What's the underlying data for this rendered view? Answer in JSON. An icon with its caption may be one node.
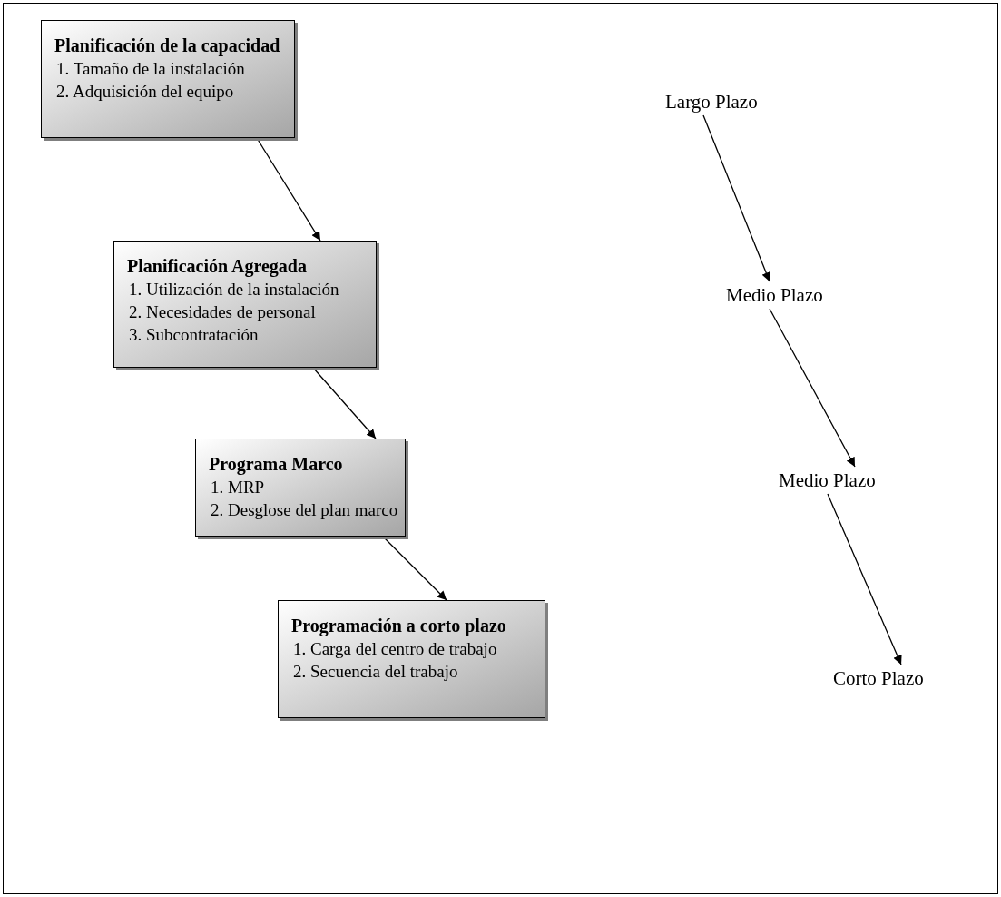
{
  "diagram": {
    "nodes": [
      {
        "text": [
          "Planificación de la capacidad",
          "1. Tamaño de la instalación",
          "2. Adquisición del equipo"
        ]
      },
      {
        "text": [
          "Planificación Agregada",
          "1. Utilización de la instalación",
          "2. Necesidades de personal",
          "3. Subcontratación"
        ]
      },
      {
        "text": [
          "Programa Marco",
          "1. MRP",
          "2. Desglose del plan marco"
        ]
      },
      {
        "text": [
          "Programación a corto plazo",
          "1. Carga del centro de trabajo",
          "2. Secuencia del trabajo"
        ]
      },
      {
        "text": [
          "Largo Plazo"
        ]
      },
      {
        "text": [
          "Medio Plazo"
        ]
      },
      {
        "text": [
          "Medio Plazo"
        ]
      },
      {
        "text": [
          "Corto Plazo"
        ]
      }
    ],
    "edges": [
      {
        "from": 0,
        "to": 1,
        "arrow": "to"
      },
      {
        "from": 1,
        "to": 2,
        "arrow": "to"
      },
      {
        "from": 2,
        "to": 3,
        "arrow": "to"
      },
      {
        "from": 4,
        "to": 5,
        "arrow": "to"
      },
      {
        "from": 5,
        "to": 6,
        "arrow": "to"
      },
      {
        "from": 6,
        "to": 7,
        "arrow": "to"
      }
    ]
  }
}
